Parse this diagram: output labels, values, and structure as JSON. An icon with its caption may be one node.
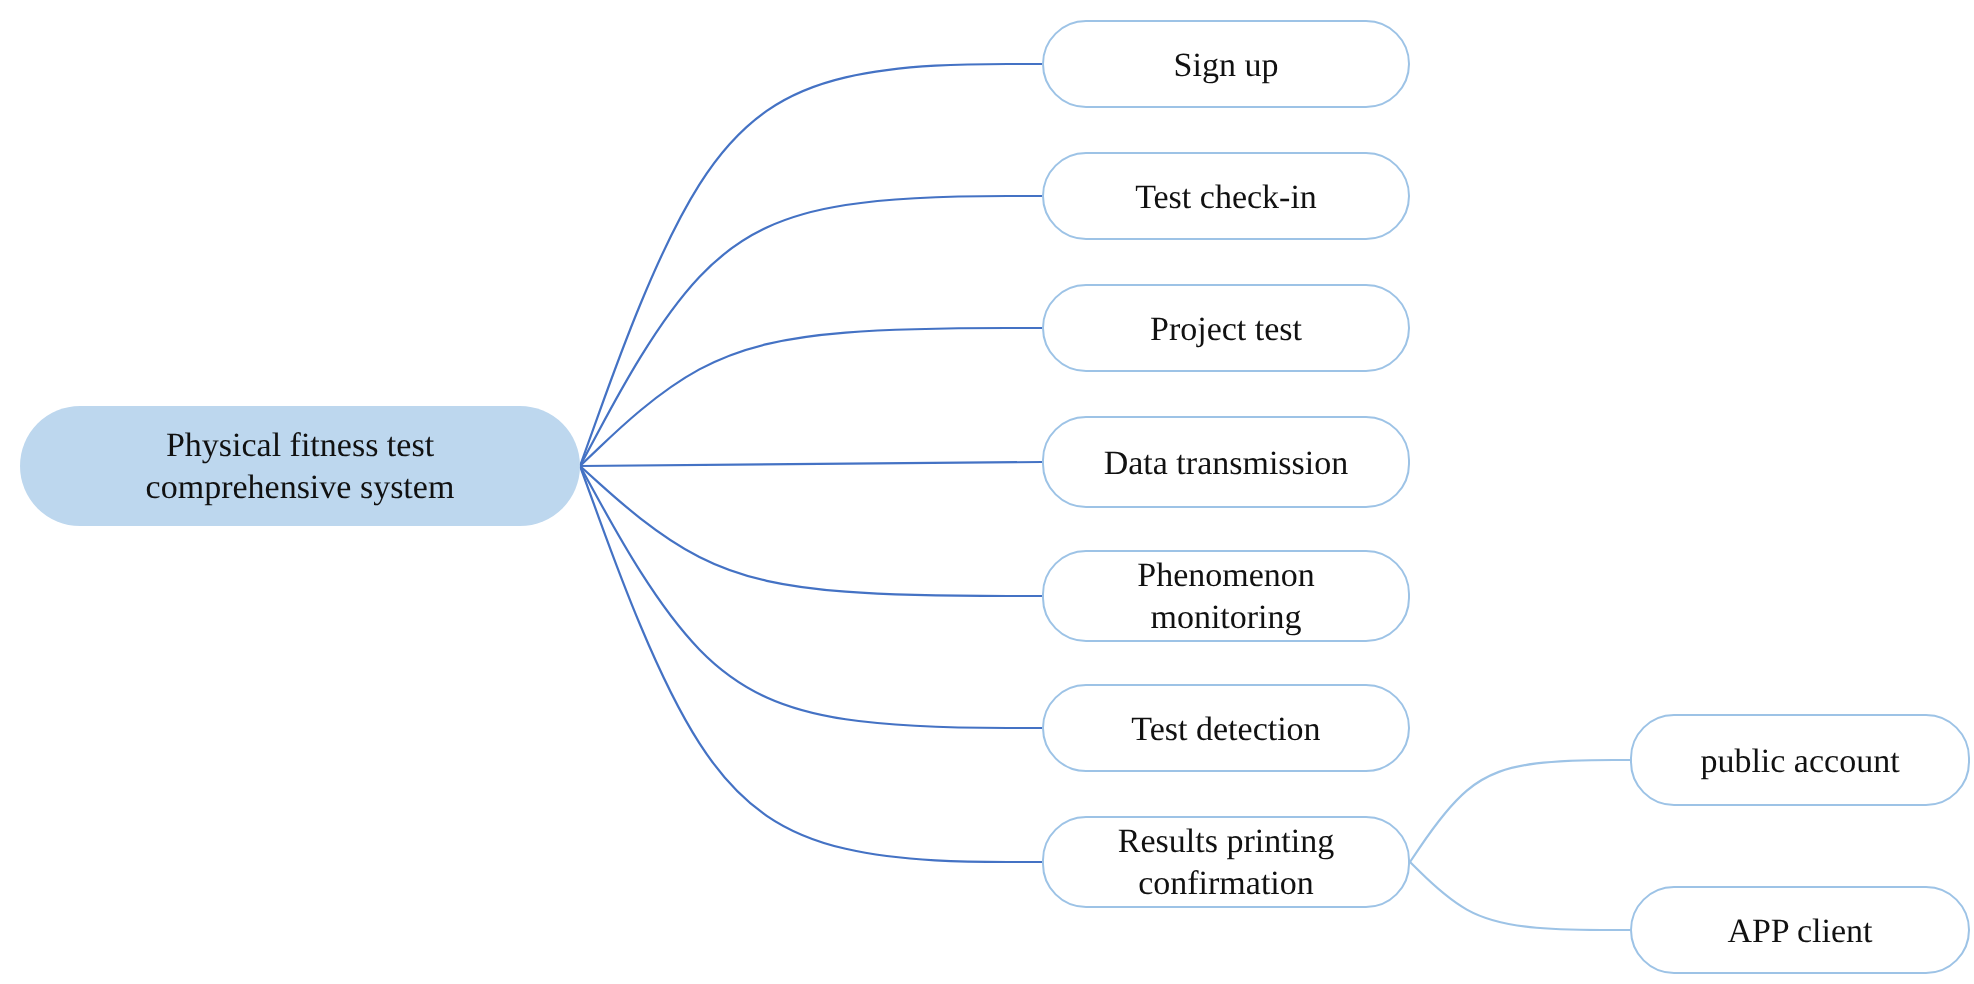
{
  "diagram": {
    "nodes": [
      {
        "text": [
          "Physical fitness test comprehensive system"
        ]
      },
      {
        "text": [
          "Sign up"
        ]
      },
      {
        "text": [
          "Test check-in"
        ]
      },
      {
        "text": [
          "Project test"
        ]
      },
      {
        "text": [
          "Data transmission"
        ]
      },
      {
        "text": [
          "Phenomenon monitoring"
        ]
      },
      {
        "text": [
          "Test detection"
        ]
      },
      {
        "text": [
          "Results printing confirmation"
        ]
      },
      {
        "text": [
          "public account"
        ]
      },
      {
        "text": [
          "APP client"
        ]
      }
    ],
    "edges": [
      {
        "from": 0,
        "to": 1,
        "arrow": "none"
      },
      {
        "from": 0,
        "to": 2,
        "arrow": "none"
      },
      {
        "from": 0,
        "to": 3,
        "arrow": "none"
      },
      {
        "from": 0,
        "to": 4,
        "arrow": "none"
      },
      {
        "from": 0,
        "to": 5,
        "arrow": "none"
      },
      {
        "from": 0,
        "to": 6,
        "arrow": "none"
      },
      {
        "from": 0,
        "to": 7,
        "arrow": "none"
      },
      {
        "from": 7,
        "to": 8,
        "arrow": "none",
        "color": "#9dc3e6"
      },
      {
        "from": 7,
        "to": 9,
        "arrow": "none",
        "color": "#9dc3e6"
      }
    ]
  }
}
